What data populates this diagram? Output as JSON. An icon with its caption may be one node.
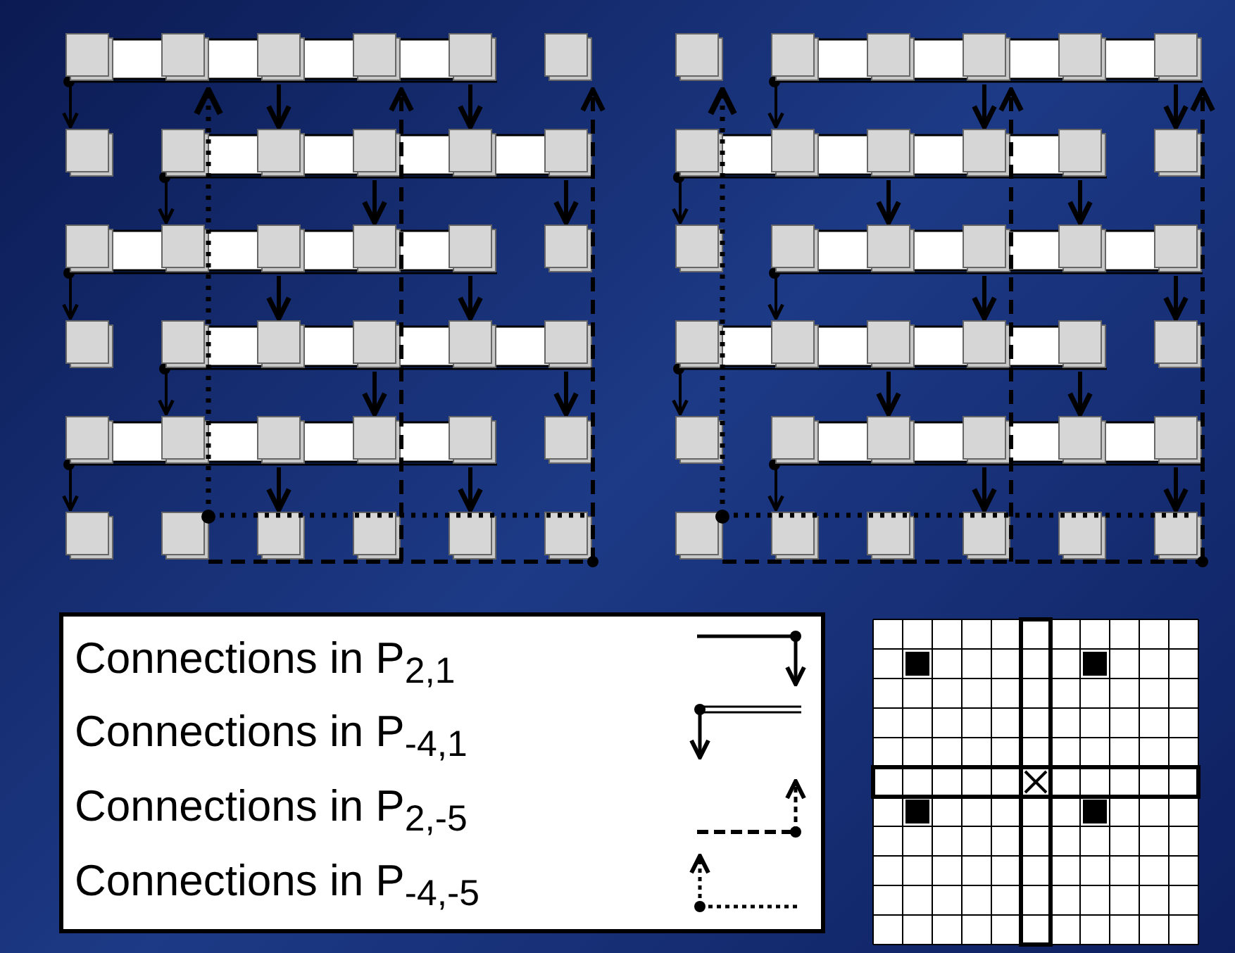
{
  "diagram": {
    "legend": [
      {
        "text": "Connections in P$_{2,1}$"
      },
      {
        "text": "Connections in P$_{-4,1}$"
      },
      {
        "text": "Connections in P$_{2,-5}$"
      },
      {
        "text": "Connections in P$_{-4,-5}$"
      }
    ]
  }
}
